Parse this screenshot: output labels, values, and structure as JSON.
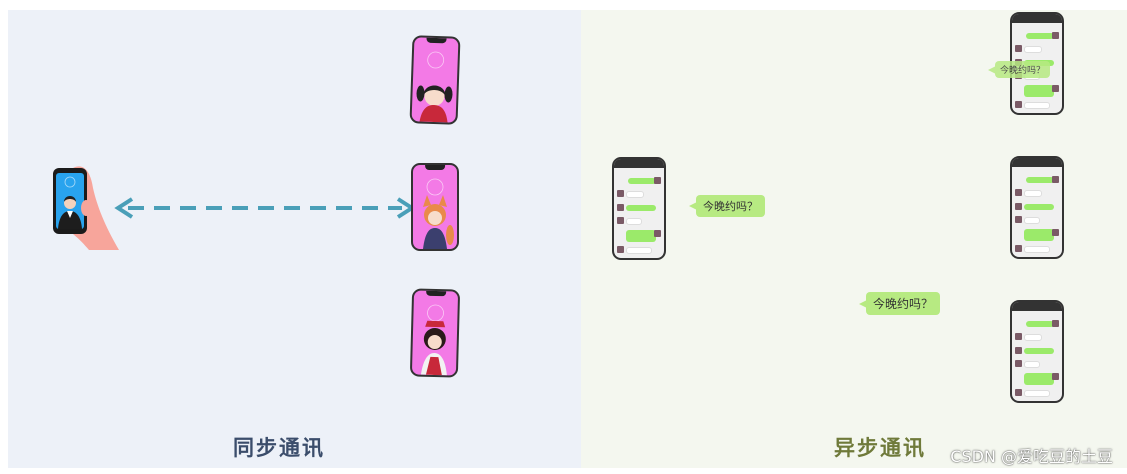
{
  "sync": {
    "caption": "同步通讯"
  },
  "async": {
    "caption": "异步通讯",
    "message": "今晚约吗？"
  },
  "watermark": "CSDN @爱吃豆的土豆",
  "colors": {
    "sync_bg": "#edf1f8",
    "async_bg": "#f4f7ef",
    "arrow": "#4a9fb8",
    "phone_screen_pink": "#f37ae6",
    "caller_screen": "#29a3ee",
    "hand": "#f7a59b",
    "chat_green": "#9bea6a"
  }
}
